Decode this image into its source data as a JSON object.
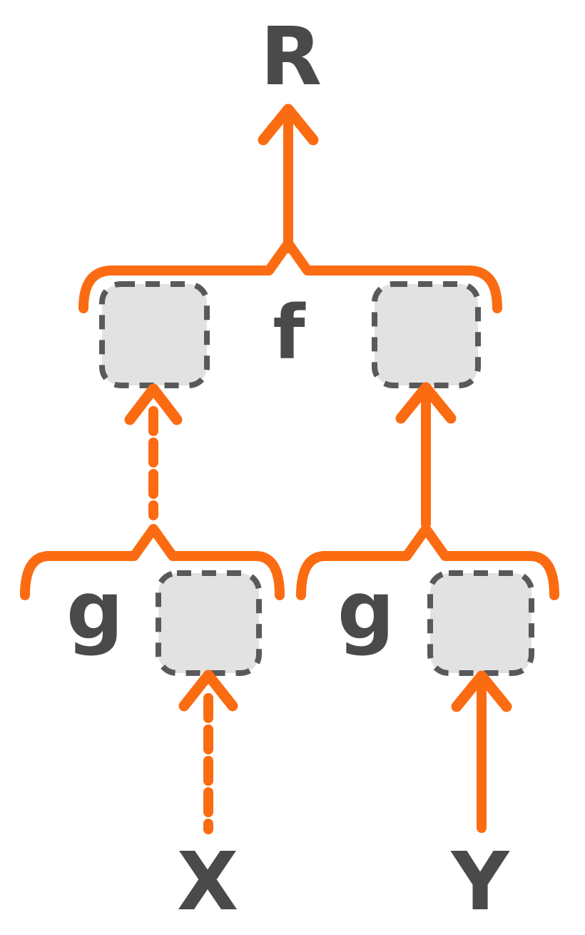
{
  "colors": {
    "accent": "#FB6C12",
    "ink": "#4A4A4C",
    "box_fill": "#E2E2E2",
    "box_border": "#59595B",
    "bg": "#FFFFFF"
  },
  "labels": {
    "result": "R",
    "outer_function": "f",
    "left_inner_function": "g",
    "right_inner_function": "g",
    "left_input": "X",
    "right_input": "Y"
  },
  "edges": [
    {
      "from": "f",
      "to": "R",
      "style": "solid"
    },
    {
      "from": "g-left",
      "to": "f-left-slot",
      "style": "dashed"
    },
    {
      "from": "g-right",
      "to": "f-right-slot",
      "style": "solid"
    },
    {
      "from": "X",
      "to": "g-left-slot",
      "style": "dashed"
    },
    {
      "from": "Y",
      "to": "g-right-slot",
      "style": "solid"
    }
  ],
  "placeholders": {
    "count": 4,
    "content": ""
  }
}
